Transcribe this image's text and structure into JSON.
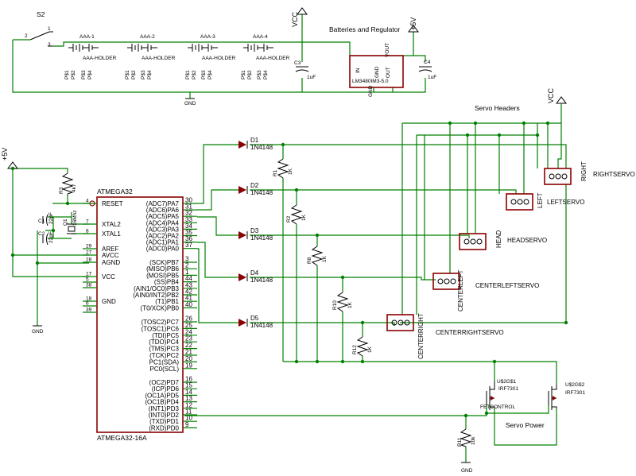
{
  "top": {
    "title": "Batteries and Regulator",
    "switch": "S2",
    "sw_pin2": "2",
    "sw_pin1": "1",
    "sw_pin3": "3",
    "batteries": [
      {
        "name": "AAA-1",
        "holder": "AAA-HOLDER",
        "pins": [
          "P$1",
          "P$2",
          "P$3",
          "P$4"
        ]
      },
      {
        "name": "AAA-2",
        "holder": "AAA-HOLDER",
        "pins": [
          "P$1",
          "P$2",
          "P$3",
          "P$4"
        ]
      },
      {
        "name": "AAA-3",
        "holder": "AAA-HOLDER",
        "pins": [
          "P$1",
          "P$2",
          "P$3",
          "P$4"
        ]
      },
      {
        "name": "AAA-4",
        "holder": "AAA-HOLDER",
        "pins": [
          "P$1",
          "P$2",
          "P$3",
          "P$4"
        ]
      }
    ],
    "vcc": "VCC",
    "plus5v": "+5V",
    "gnd": "GND",
    "c3": "C3",
    "c3_val": "1uF",
    "c4": "C4",
    "c4_val": "1uF",
    "reg_name": "LM3480IM3-5.0",
    "reg_in": "IN",
    "reg_vout": "VOUT",
    "reg_out": "OUT",
    "reg_gnd": "GND",
    "reg_gnd_pin": "GND"
  },
  "mcu": {
    "name": "ATMEGA32",
    "part": "ATMEGA32-16A",
    "left_pins": [
      {
        "label": "RESET",
        "num": "4"
      },
      {
        "label": "XTAL2",
        "num": "7"
      },
      {
        "label": "XTAL1",
        "num": "8"
      },
      {
        "label": "AREF",
        "num": "29"
      },
      {
        "label": "AVCC",
        "num": "27"
      },
      {
        "label": "AGND",
        "num": "28"
      },
      {
        "label": "VCC",
        "num": "17"
      },
      {
        "label": "",
        "num": "5"
      },
      {
        "label": "",
        "num": "38"
      },
      {
        "label": "GND",
        "num": "18"
      },
      {
        "label": "",
        "num": "6"
      },
      {
        "label": "",
        "num": "39"
      }
    ],
    "right_pins": [
      {
        "label": "(ADC7)PA7",
        "num": "30"
      },
      {
        "label": "(ADC6)PA6",
        "num": "31"
      },
      {
        "label": "(ADC5)PA5",
        "num": "32"
      },
      {
        "label": "(ADC4)PA4",
        "num": "33"
      },
      {
        "label": "(ADC3)PA3",
        "num": "34"
      },
      {
        "label": "(ADC2)PA2",
        "num": "35"
      },
      {
        "label": "(ADC1)PA1",
        "num": "36"
      },
      {
        "label": "(ADC0)PA0",
        "num": "37"
      },
      {
        "label": "(SCK)PB7",
        "num": "3"
      },
      {
        "label": "(MISO)PB6",
        "num": "2"
      },
      {
        "label": "(MOSI)PB5",
        "num": "1"
      },
      {
        "label": "(SS)PB4",
        "num": "44"
      },
      {
        "label": "(AIN1/OC0)PB3",
        "num": "43"
      },
      {
        "label": "(AIN0/INT2)PB2",
        "num": "42"
      },
      {
        "label": "(T1)PB1",
        "num": "41"
      },
      {
        "label": "(T0/XCK)PB0",
        "num": "40"
      },
      {
        "label": "(TOSC2)PC7",
        "num": "26"
      },
      {
        "label": "(TOSC1)PC6",
        "num": "25"
      },
      {
        "label": "(TDI)PC5",
        "num": "24"
      },
      {
        "label": "(TDO)PC4",
        "num": "23"
      },
      {
        "label": "(TMS)PC3",
        "num": "22"
      },
      {
        "label": "(TCK)PC2",
        "num": "21"
      },
      {
        "label": "PC1(SDA)",
        "num": "20"
      },
      {
        "label": "PC0(SCL)",
        "num": "19"
      },
      {
        "label": "(OC2)PD7",
        "num": "16"
      },
      {
        "label": "(ICP)PD6",
        "num": "15"
      },
      {
        "label": "(OC1A)PD5",
        "num": "14"
      },
      {
        "label": "(OC1B)PD4",
        "num": "13"
      },
      {
        "label": "(INT1)PD3",
        "num": "12"
      },
      {
        "label": "(INT0)PD2",
        "num": "11"
      },
      {
        "label": "(TXD)PD1",
        "num": "10"
      },
      {
        "label": "(RXD)PD0",
        "num": "9"
      }
    ]
  },
  "left": {
    "plus5v": "+5V",
    "gnd": "GND",
    "r3": "R3",
    "r3_val": "4k7",
    "c1": "C1",
    "c1_val": "22pF",
    "c2": "C2",
    "c2_val": "22pF",
    "q1": "Q1",
    "q1_val": "16Mhz"
  },
  "diodes": [
    {
      "name": "D1",
      "part": "1N4148"
    },
    {
      "name": "D2",
      "part": "1N4148"
    },
    {
      "name": "D3",
      "part": "1N4148"
    },
    {
      "name": "D4",
      "part": "1N4148"
    },
    {
      "name": "D5",
      "part": "1N4148"
    }
  ],
  "resistors": [
    {
      "name": "R1",
      "val": "1K"
    },
    {
      "name": "R2",
      "val": "1K"
    },
    {
      "name": "R8",
      "val": "1K"
    },
    {
      "name": "R10",
      "val": "1K"
    },
    {
      "name": "R12",
      "val": "1K"
    }
  ],
  "servo": {
    "title": "Servo Headers",
    "vcc": "VCC",
    "headers": [
      {
        "part": "RIGHT",
        "label": "RIGHTSERVO"
      },
      {
        "part": "LEFT",
        "label": "LEFTSERVO"
      },
      {
        "part": "HEAD",
        "label": "HEADSERVO"
      },
      {
        "part": "CENTERLEFT",
        "label": "CENTERLEFTSERVO"
      },
      {
        "part": "CENTERRIGHT",
        "label": "CENTERRIGHTSERVO"
      }
    ]
  },
  "power": {
    "fet1": "U$2G$1",
    "fet1_part": "IRF7301",
    "fet2": "U$2G$2",
    "fet2_part": "IRF7301",
    "fetcontrol": "FETCONTROL",
    "title": "Servo Power",
    "r11": "R11",
    "r11_val": "10k",
    "gnd": "GND"
  }
}
